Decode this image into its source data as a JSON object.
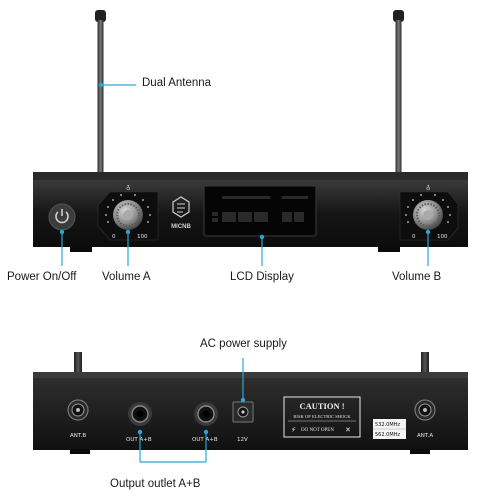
{
  "labels": {
    "dual_antenna": "Dual Antenna",
    "power": "Power On/Off",
    "volume_a": "Volume A",
    "lcd": "LCD Display",
    "volume_b": "Volume B",
    "ac_power": "AC power supply",
    "output": "Output outlet A+B"
  },
  "front": {
    "brand": "MICNB",
    "knob_min": "0",
    "knob_max": "100"
  },
  "back": {
    "ant_b": "ANT.B",
    "ant_a": "ANT.A",
    "out1": "OUT A+B",
    "out2": "OUT A+B",
    "dc": "12V",
    "caution_title": "CAUTION !",
    "caution_sub": "RISK OF ELECTRIC SHOCK",
    "caution_dno": "DO NOT OPEN",
    "freq1": "532.0MHz",
    "freq2": "562.0MHz"
  },
  "colors": {
    "accent": "#2aa6d6",
    "chassis": "#1c1c1c"
  }
}
